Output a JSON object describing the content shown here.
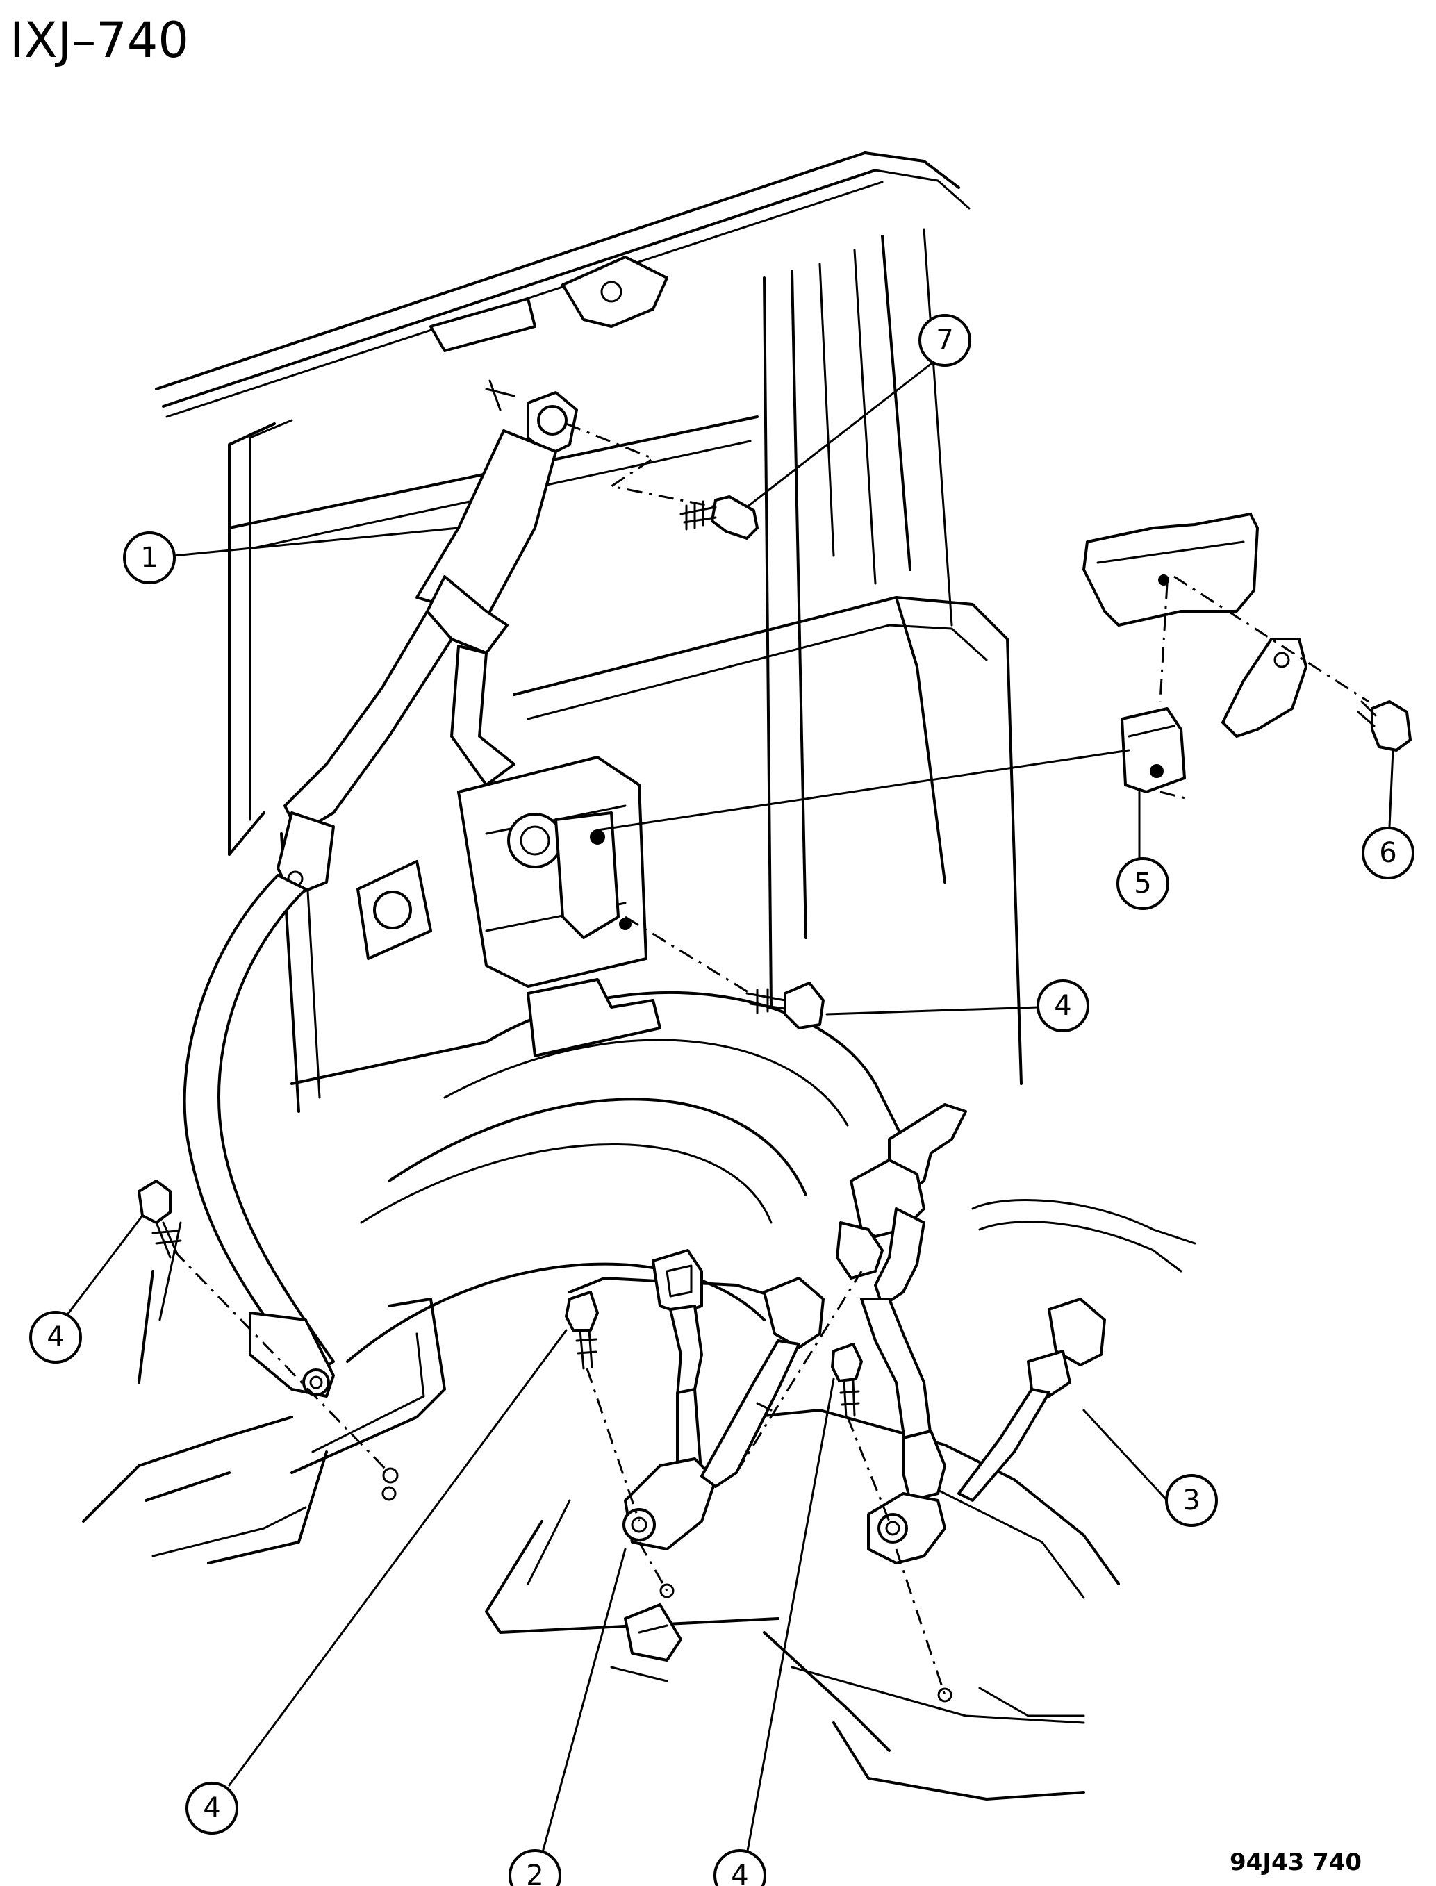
{
  "header": {
    "title": "IXJ–740"
  },
  "footer": {
    "code": "94J43 740"
  },
  "callouts": [
    {
      "id": "c1",
      "label": "1"
    },
    {
      "id": "c2",
      "label": "2"
    },
    {
      "id": "c3",
      "label": "3"
    },
    {
      "id": "c4a",
      "label": "4"
    },
    {
      "id": "c4b",
      "label": "4"
    },
    {
      "id": "c4c",
      "label": "4"
    },
    {
      "id": "c4d",
      "label": "4"
    },
    {
      "id": "c5",
      "label": "5"
    },
    {
      "id": "c6",
      "label": "6"
    },
    {
      "id": "c7",
      "label": "7"
    }
  ]
}
